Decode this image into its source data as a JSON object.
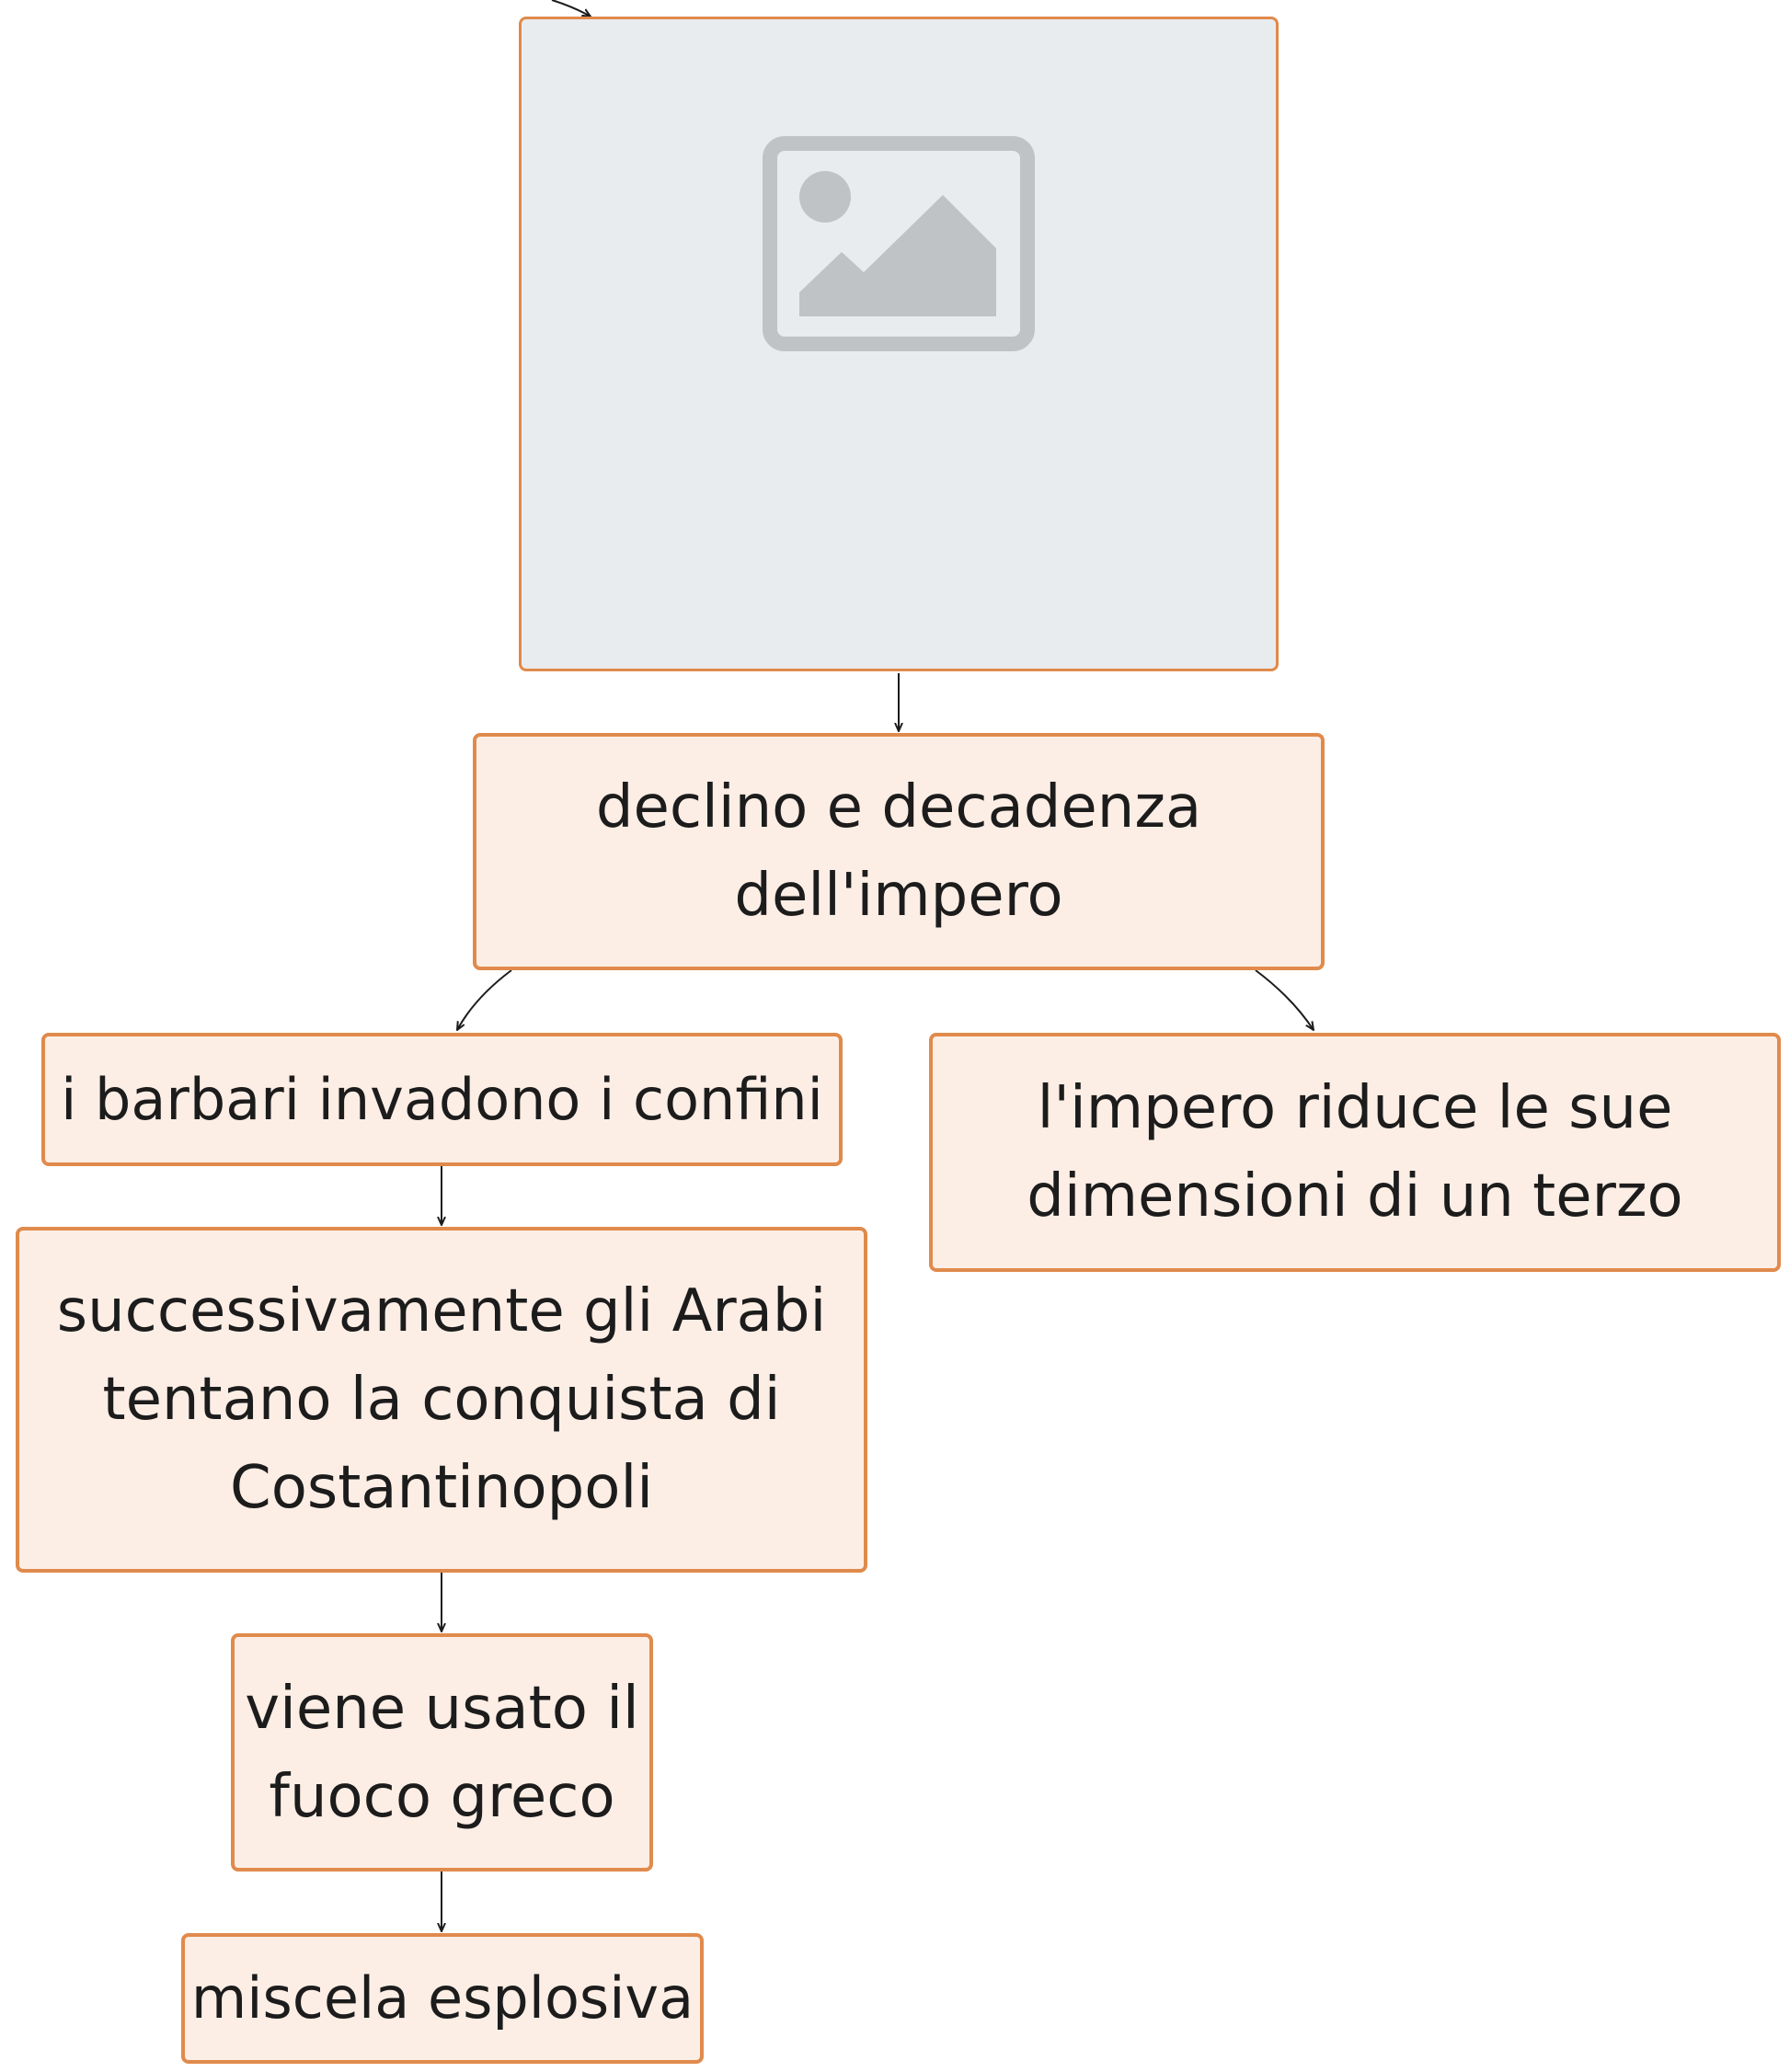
{
  "diagram": {
    "image_placeholder": {
      "icon": "image-placeholder-icon"
    },
    "nodes": {
      "declino": "declino e decadenza dell'impero",
      "barbari": "i barbari invadono i confini",
      "impero": "l'impero riduce le sue dimensioni di un terzo",
      "arabi": "successivamente gli Arabi tentano la conquista di Costantinopoli",
      "fuoco": "viene usato il fuoco greco",
      "miscela": "miscela esplosiva"
    },
    "colors": {
      "node_fill": "#fdeee5",
      "node_border": "#e08a4c",
      "placeholder_fill": "#e9ecef",
      "placeholder_icon": "#c0c3c6",
      "connector": "#1c1c1c",
      "text": "#1c1c1c"
    }
  }
}
